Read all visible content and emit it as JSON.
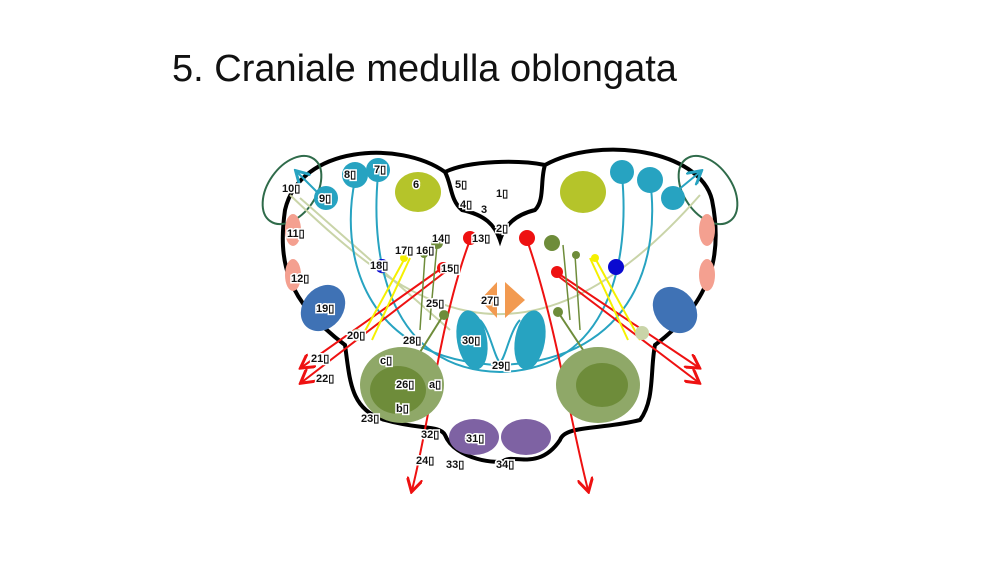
{
  "title": "5. Craniale medulla oblongata",
  "colors": {
    "outline": "#000000",
    "teal": "#27a3c1",
    "lime": "#b5c42a",
    "red": "#ee1111",
    "olive": "#6e8c3a",
    "salmon": "#f4a090",
    "blue": "#3f72b5",
    "purple": "#7e62a3",
    "orange": "#f29a50",
    "yellow": "#f5f000",
    "darkblue": "#0a0ad0",
    "darkgreen": "#2f6b4a",
    "pale": "#c9d4a8"
  },
  "labels": {
    "l1": "1▯",
    "l2": "2▯",
    "l3": "3",
    "l4": "4▯",
    "l5": "5▯",
    "l6": "6",
    "l7": "7▯",
    "l8": "8▯",
    "l9": "9▯",
    "l10": "10▯",
    "l11": "11▯",
    "l12": "12▯",
    "l13": "13▯",
    "l14": "14▯",
    "l15": "15▯",
    "l16": "16▯",
    "l17": "17▯",
    "l18": "18▯",
    "l19": "19▯",
    "l20": "20▯",
    "l21": "21▯",
    "l22": "22▯",
    "l23": "23▯",
    "l24": "24▯",
    "l25": "25▯",
    "l26": "26▯",
    "l27": "27▯",
    "l28": "28▯",
    "l29": "29▯",
    "l30": "30▯",
    "l31": "31▯",
    "l32": "32▯",
    "l33": "33▯",
    "l34": "34▯",
    "la": "a▯",
    "lb": "b▯",
    "lc": "c▯"
  }
}
